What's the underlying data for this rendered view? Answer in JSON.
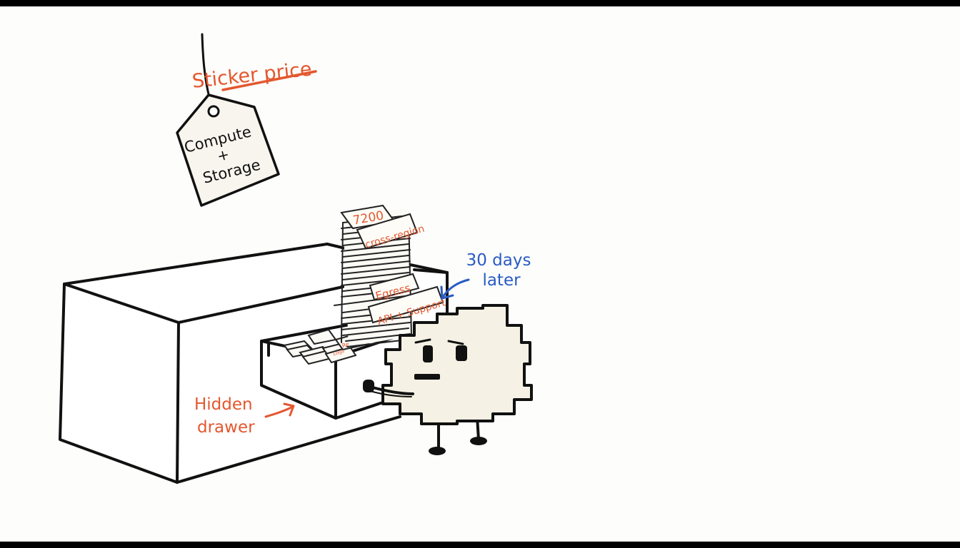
{
  "labels": {
    "sticker_price": "Sticker price",
    "tag_line1": "Compute",
    "tag_line2": "+",
    "tag_line3": "Storage",
    "stack_top": "7200",
    "cross_region": "cross-region",
    "egress": "Egress",
    "api_support": "API + Support",
    "drawer_note1": "Retained",
    "drawer_note2": "Logs",
    "days_line1": "30 days",
    "days_line2": "later",
    "hidden_line1": "Hidden",
    "hidden_line2": "drawer"
  },
  "colors": {
    "annotation_red": "#e4572e",
    "annotation_blue": "#2a5bc4",
    "ink": "#111111",
    "character_fill": "#f5f1e4"
  }
}
